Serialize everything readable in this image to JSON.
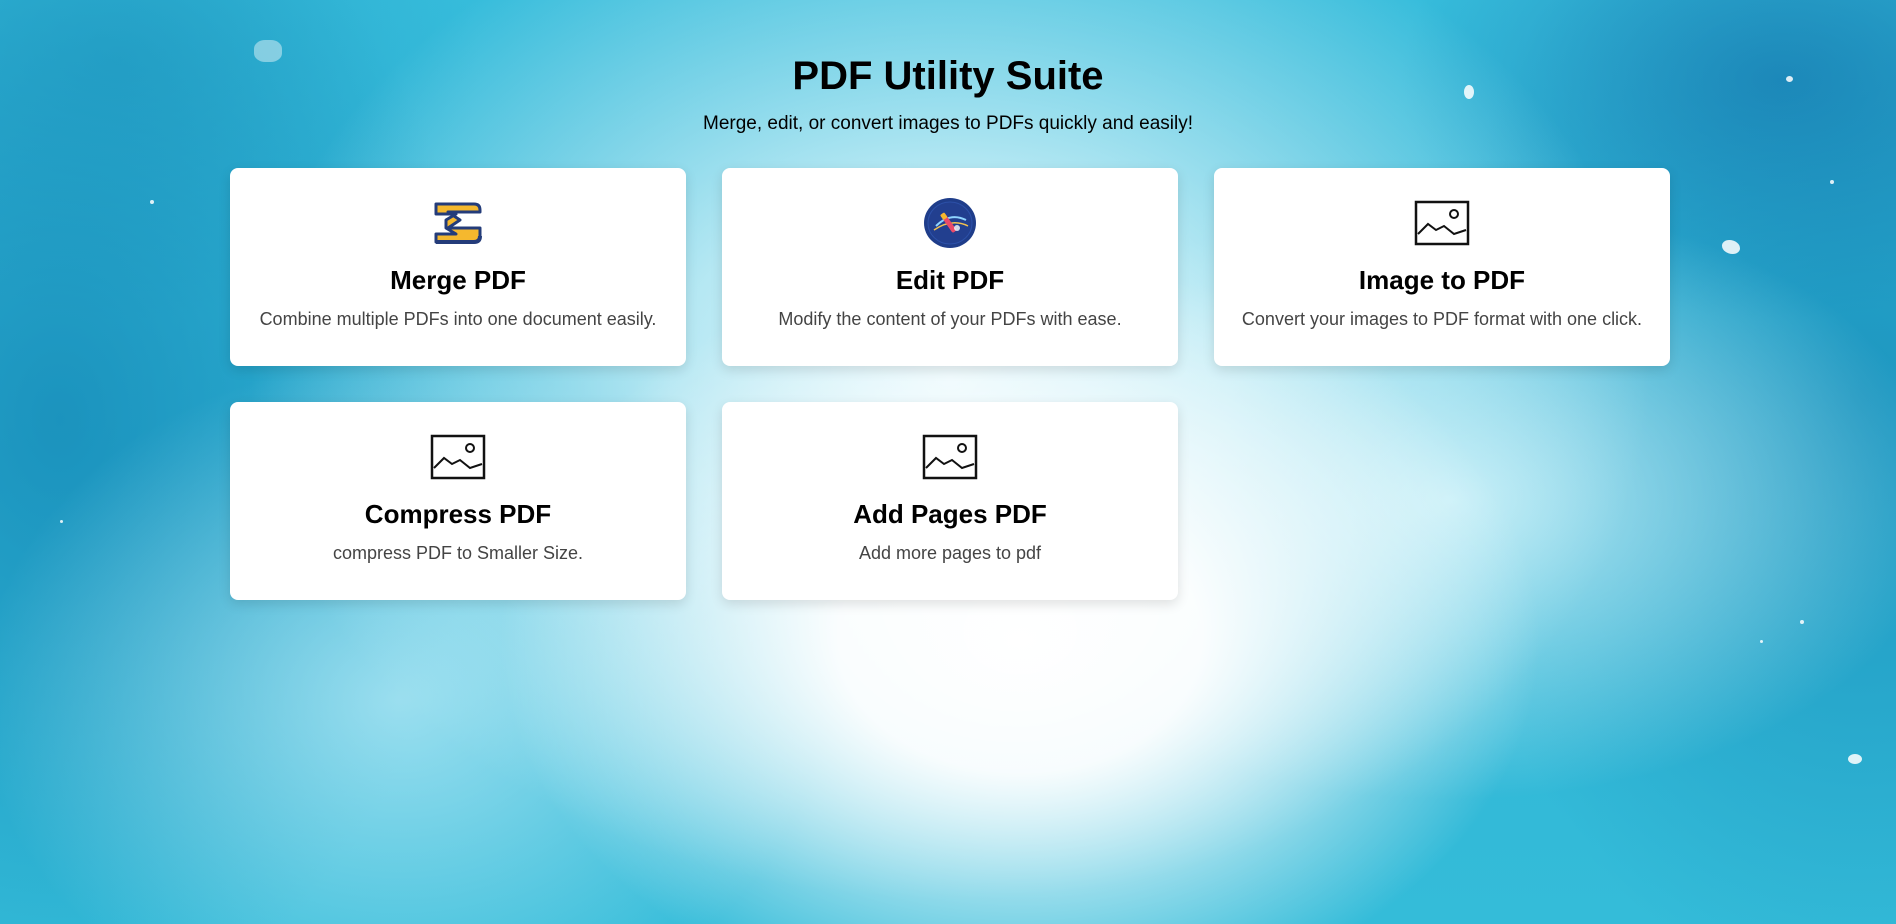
{
  "header": {
    "title": "PDF Utility Suite",
    "subtitle": "Merge, edit, or convert images to PDFs quickly and easily!"
  },
  "tools": [
    {
      "title": "Merge PDF",
      "description": "Combine multiple PDFs into one document easily.",
      "icon": "merge-icon"
    },
    {
      "title": "Edit PDF",
      "description": "Modify the content of your PDFs with ease.",
      "icon": "edit-icon"
    },
    {
      "title": "Image to PDF",
      "description": "Convert your images to PDF format with one click.",
      "icon": "image-icon"
    },
    {
      "title": "Compress PDF",
      "description": "compress PDF to Smaller Size.",
      "icon": "image-icon"
    },
    {
      "title": "Add Pages PDF",
      "description": "Add more pages to pdf",
      "icon": "image-icon"
    }
  ],
  "colors": {
    "background_accent": "#2bb6d6",
    "card_background": "#ffffff",
    "merge_icon_yellow": "#f5b82e",
    "merge_icon_navy": "#243c7a",
    "edit_icon_navy": "#1f3d8a"
  }
}
